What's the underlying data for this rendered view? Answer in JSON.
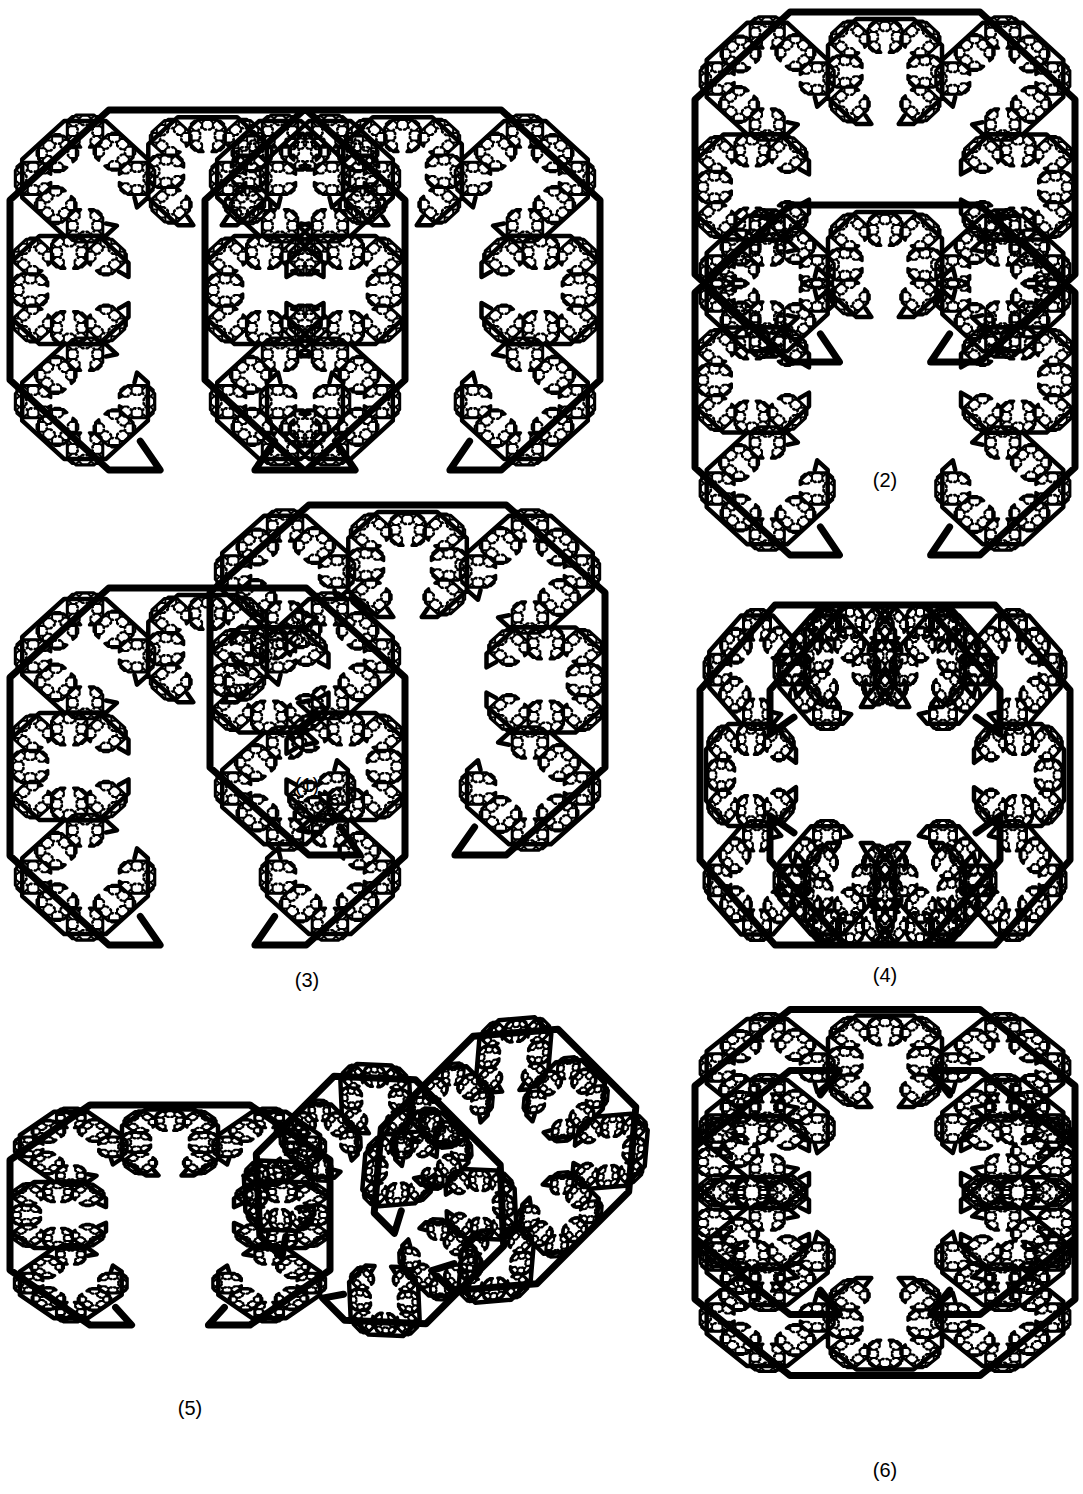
{
  "diagram": {
    "labels": [
      "(1)",
      "(2)",
      "(3)",
      "(4)",
      "(5)",
      "(6)"
    ]
  }
}
